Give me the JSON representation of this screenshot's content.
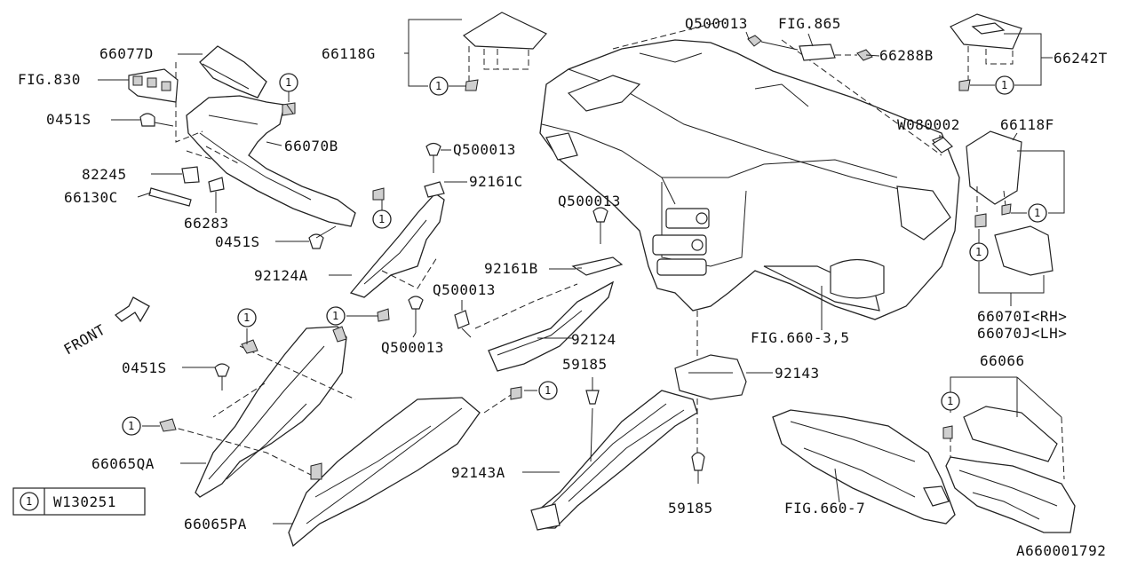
{
  "diagram": {
    "labels": {
      "p66077D": "66077D",
      "fig830": "FIG.830",
      "p0451S_a": "0451S",
      "p66070B": "66070B",
      "p82245": "82245",
      "p66130C": "66130C",
      "p66283": "66283",
      "p0451S_b": "0451S",
      "p66118G": "66118G",
      "q500013_top": "Q500013",
      "fig865": "FIG.865",
      "p66288B": "66288B",
      "p66242T": "66242T",
      "q500013_a": "Q500013",
      "p92161C": "92161C",
      "p92124A": "92124A",
      "q500013_b": "Q500013",
      "p92161B": "92161B",
      "q500013_c": "Q500013",
      "q500013_d": "Q500013",
      "p92124": "92124",
      "w080002": "W080002",
      "p66118F": "66118F",
      "p66070I": "66070I<RH>",
      "p66070J": "66070J<LH>",
      "fig660_35": "FIG.660-3,5",
      "p66066": "66066",
      "p0451S_c": "0451S",
      "p66065QA": "66065QA",
      "p66065PA": "66065PA",
      "p59185_a": "59185",
      "p92143": "92143",
      "p92143A": "92143A",
      "p59185_b": "59185",
      "fig660_7": "FIG.660-7",
      "front": "FRONT",
      "legend_num": "1",
      "legend_code": "W130251",
      "diagram_id": "A660001792"
    },
    "callout": "1"
  }
}
